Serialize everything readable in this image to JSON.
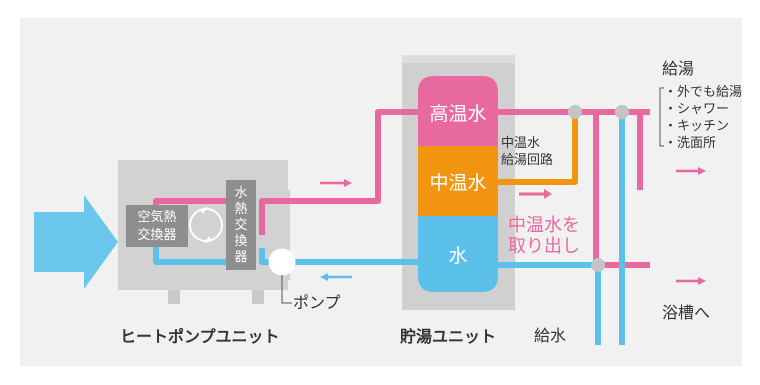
{
  "hp_unit": {
    "label": "ヒートポンプユニット",
    "air_hx": [
      "空気熱",
      "交換器"
    ],
    "water_hx": [
      "水",
      "熱",
      "交",
      "換",
      "器"
    ],
    "pump": "ポンプ"
  },
  "tank_unit": {
    "label": "貯湯ユニット",
    "high": "高温水",
    "mid": "中温水",
    "low": "水"
  },
  "mid_circuit": [
    "中温水",
    "給湯回路"
  ],
  "mid_extract": [
    "中温水を",
    "取り出し"
  ],
  "supply": {
    "title": "給湯",
    "items": [
      "・外でも給湯",
      "・シャワー",
      "・キッチン",
      "・洗面所"
    ]
  },
  "bath": "浴槽へ",
  "feed": "給水",
  "colors": {
    "hot": "#e8699f",
    "mid": "#f19511",
    "cold": "#5bc1ea",
    "unit": "#d2d2d2",
    "dark": "#8e8e8e"
  }
}
